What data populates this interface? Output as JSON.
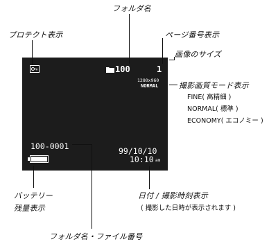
{
  "labels": {
    "folder_name": "フォルダ名",
    "protect": "プロテクト表示",
    "page_number": "ページ番号表示",
    "image_size": "画像のサイズ",
    "quality_mode": "撮影画質モード表示",
    "quality_fine": "FINE( 高精細 )",
    "quality_normal": "NORMAL( 標準 )",
    "quality_economy": "ECONOMY( エコノミー )",
    "battery_line1": "バッテリー",
    "battery_line2": "残量表示",
    "datetime": "日付 / 撮影時刻表示",
    "datetime_note": "( 撮影した日時が表示されます )",
    "folder_file": "フォルダ名・ファイル番号"
  },
  "screen": {
    "folder_number": "100",
    "page_number": "1",
    "image_size": "1280x960",
    "quality": "NORMAL",
    "file_number": "100-0001",
    "date": "99/10/10",
    "time": "10:10",
    "ampm": "am"
  }
}
